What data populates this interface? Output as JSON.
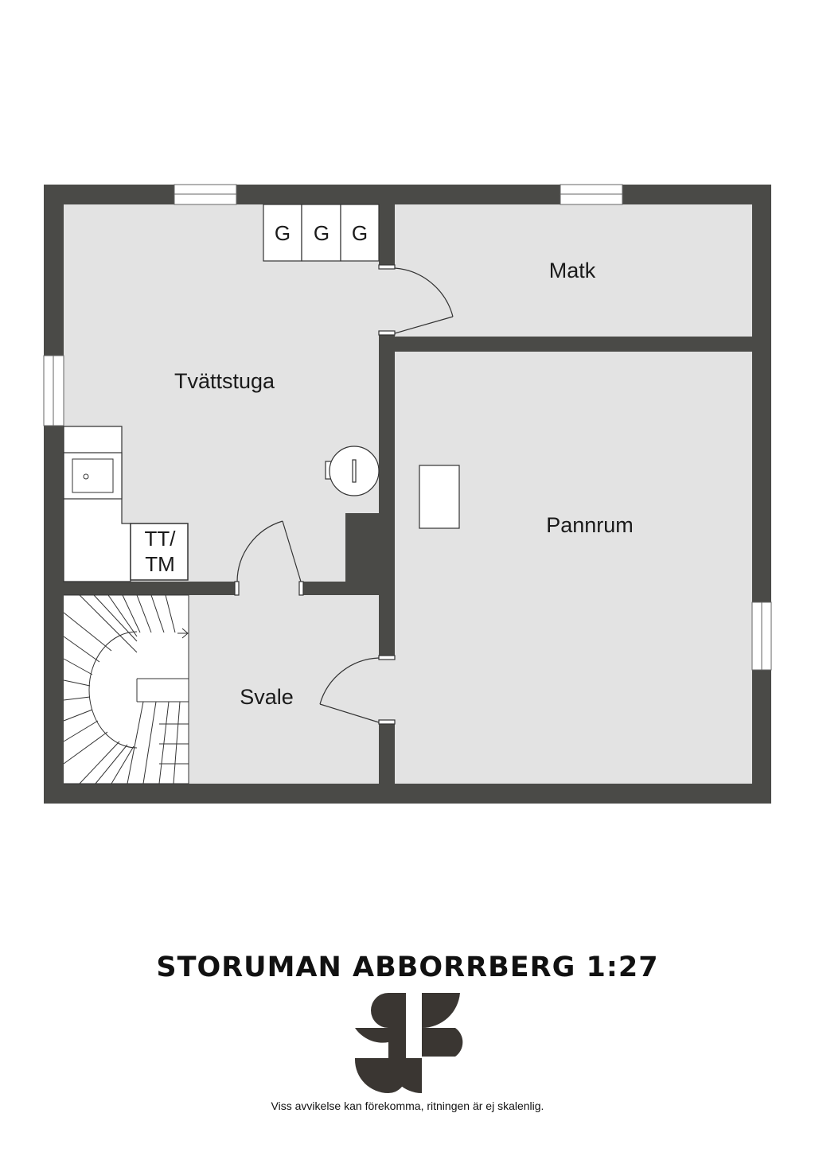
{
  "colors": {
    "wall": "#4a4a47",
    "floor": "#e3e3e3",
    "logo": "#3a3632"
  },
  "rooms": {
    "tvattstuga": "Tvättstuga",
    "matk": "Matk",
    "pannrum": "Pannrum",
    "svale": "Svale"
  },
  "fixtures": {
    "g1": "G",
    "g2": "G",
    "g3": "G",
    "tt_line1": "TT/",
    "tt_line2": "TM"
  },
  "footer": {
    "title": "STORUMAN ABBORRBERG 1:27",
    "disclaimer": "Viss avvikelse kan förekomma, ritningen är ej skalenlig."
  },
  "logo": {
    "name": "sf-logo",
    "text": "SF"
  }
}
